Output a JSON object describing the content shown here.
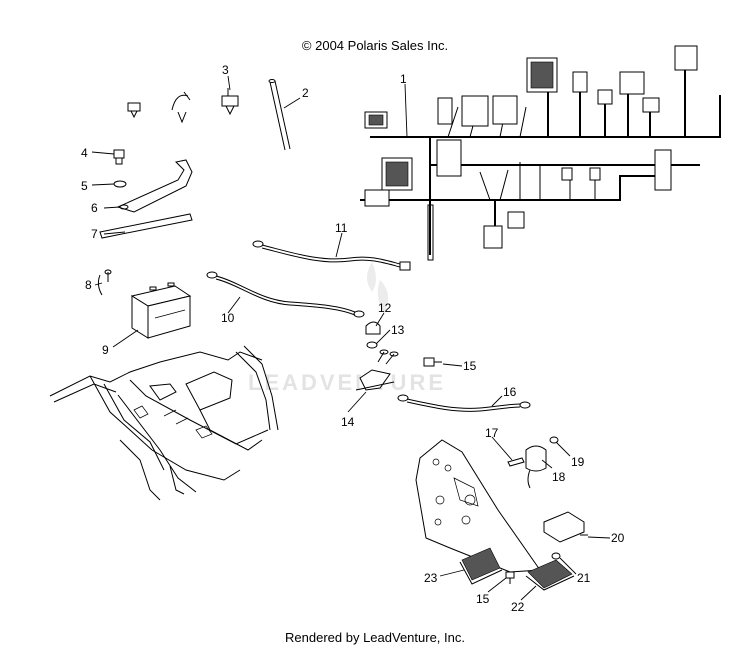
{
  "header": {
    "copyright": "© 2004 Polaris Sales Inc."
  },
  "footer": {
    "rendered_by": "Rendered by LeadVenture, Inc."
  },
  "watermark": {
    "text": "LEADVENTURE"
  },
  "callouts": [
    "1",
    "2",
    "3",
    "4",
    "5",
    "6",
    "7",
    "8",
    "9",
    "10",
    "11",
    "12",
    "13",
    "14",
    "15",
    "16",
    "17",
    "18",
    "19",
    "20",
    "21",
    "22",
    "23",
    "15"
  ]
}
